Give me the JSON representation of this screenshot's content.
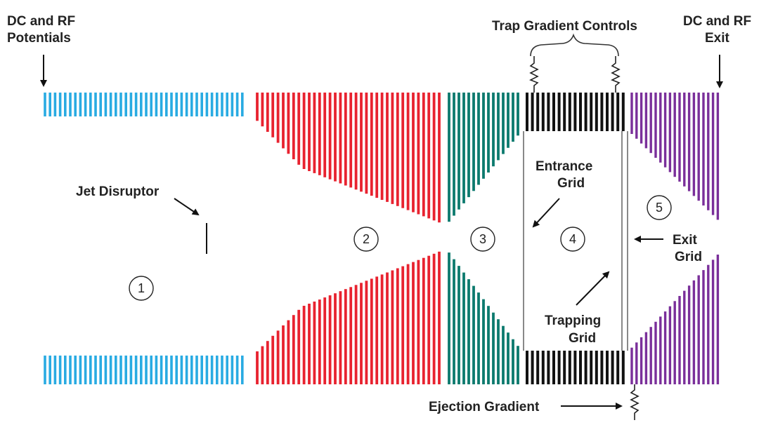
{
  "labels": {
    "dc_rf_potentials": [
      "DC and RF",
      "Potentials"
    ],
    "trap_gradient_controls": "Trap Gradient Controls",
    "dc_rf_exit": [
      "DC and RF",
      "Exit"
    ],
    "jet_disruptor": "Jet Disruptor",
    "entrance_grid": [
      "Entrance",
      "Grid"
    ],
    "exit_grid": [
      "Exit",
      "Grid"
    ],
    "trapping_grid": [
      "Trapping",
      "Grid"
    ],
    "ejection_gradient": "Ejection Gradient"
  },
  "regions": [
    "1",
    "2",
    "3",
    "4",
    "5"
  ],
  "colors": {
    "region1": "#29abe2",
    "region2": "#e8222f",
    "region3": "#0c7a6e",
    "region4": "#111111",
    "region5": "#7a2f9a",
    "text": "#222222"
  }
}
